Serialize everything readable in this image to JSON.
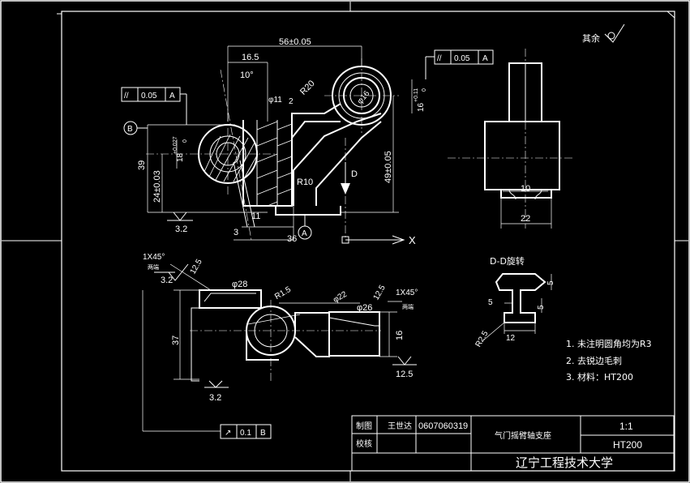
{
  "title_block": {
    "drawn_label": "制图",
    "checked_label": "校核",
    "drawer_name": "王世达",
    "student_id": "0607060319",
    "part_name": "气门摇臂轴支座",
    "scale": "1:1",
    "material": "HT200",
    "school": "辽宁工程技术大学"
  },
  "notes": {
    "items": [
      "1. 未注明圆角均为R3",
      "2. 去锐边毛刺",
      "3. 材料：HT200"
    ]
  },
  "roughness": {
    "other": "其余",
    "v_3_2_front": "3.2",
    "v_3_2_top_left": "3.2",
    "v_3_2_top_bottom": "3.2",
    "v_12_5_a": "12.5",
    "v_12_5_b": "12.5",
    "v_12_5_c": "12.5"
  },
  "tolerance_frames": {
    "parallel_left": {
      "symbol": "//",
      "value": "0.05",
      "datum": "A"
    },
    "parallel_right": {
      "symbol": "//",
      "value": "0.05",
      "datum": "A"
    },
    "runout": {
      "symbol": "↗",
      "value": "0.1",
      "datum": "B"
    }
  },
  "datums": {
    "a_bottom": "A",
    "b_left": "B"
  },
  "section": {
    "title": "D-D旋转",
    "arrow_label": "D",
    "axis_label": "X"
  },
  "dimensions": {
    "d_56": "56±0.05",
    "d_16_5": "16.5",
    "d_10deg": "10°",
    "d_phi11": "φ11",
    "d_r20": "R20",
    "d_2": "2",
    "d_phi16": "φ16",
    "d_16": "16",
    "d_tol_011": "+0.11",
    "d_tol_0": "0",
    "d_39": "39",
    "d_24": "24±0.03",
    "d_18": "18",
    "d_tol_0027": "+0.027",
    "d_tol_0b": "0",
    "d_49": "49±0.05",
    "d_r10": "R10",
    "d_11": "11",
    "d_3": "3",
    "d_36": "36",
    "d_10": "10",
    "d_22": "22",
    "d_1x45_a": "1X45°",
    "d_1x45_b": "1X45°",
    "both_ends_a": "两端",
    "both_ends_b": "两端",
    "d_phi28": "φ28",
    "d_r1_5": "R1.5",
    "d_phi22": "φ22",
    "d_phi26": "φ26",
    "d_37": "37",
    "d_16b": "16",
    "d_5a": "5",
    "d_5b": "5",
    "d_5c": "5",
    "d_r2_5": "R2.5",
    "d_12": "12"
  }
}
